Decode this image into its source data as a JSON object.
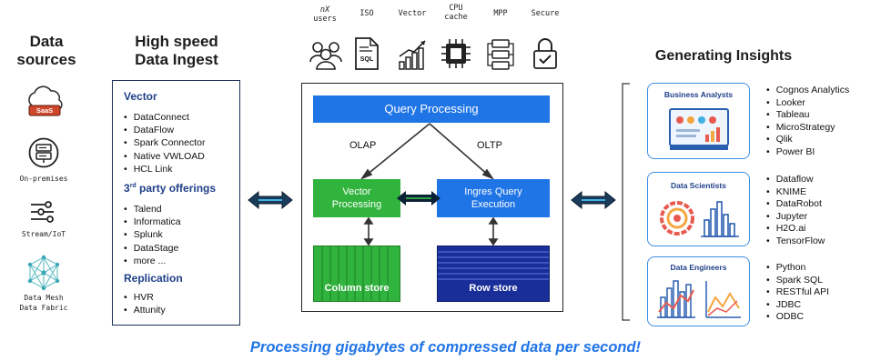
{
  "headings": {
    "data_sources_line1": "Data",
    "data_sources_line2": "sources",
    "ingest_line1": "High speed",
    "ingest_line2": "Data Ingest",
    "insights": "Generating Insights"
  },
  "sources": [
    {
      "label": "",
      "icon": "saas-cloud-icon",
      "badge": "SaaS"
    },
    {
      "label": "On-premises",
      "icon": "server-icon"
    },
    {
      "label": "Stream/IoT",
      "icon": "stream-iot-icon"
    },
    {
      "label_line1": "Data Mesh",
      "label_line2": "Data Fabric",
      "icon": "data-mesh-icon"
    }
  ],
  "ingest": {
    "vector_title": "Vector",
    "vector_items": [
      "DataConnect",
      "DataFlow",
      "Spark Connector",
      "Native VWLOAD",
      "HCL Link"
    ],
    "third_party_prefix": "3",
    "third_party_sup": "rd",
    "third_party_rest": " party offerings",
    "third_party_items": [
      "Talend",
      "Informatica",
      "Splunk",
      "DataStage",
      "more ..."
    ],
    "replication_title": "Replication",
    "replication_items": [
      "HVR",
      "Attunity"
    ]
  },
  "top_icons": [
    {
      "line1": "nX",
      "line2": "users",
      "icon": "users-icon"
    },
    {
      "line1": "",
      "line2": "ISO",
      "icon": "sql-document-icon",
      "badge": "SQL"
    },
    {
      "line1": "",
      "line2": "Vector",
      "icon": "growth-chart-icon"
    },
    {
      "line1": "CPU",
      "line2": "cache",
      "icon": "cpu-chip-icon"
    },
    {
      "line1": "",
      "line2": "MPP",
      "icon": "mpp-cluster-icon"
    },
    {
      "line1": "",
      "line2": "Secure",
      "icon": "lock-icon"
    }
  ],
  "engine": {
    "query_processing": "Query Processing",
    "olap": "OLAP",
    "oltp": "OLTP",
    "vector_line1": "Vector",
    "vector_line2": "Processing",
    "ingres_line1": "Ingres Query",
    "ingres_line2": "Execution",
    "column_store": "Column store",
    "row_store": "Row store"
  },
  "insights": [
    {
      "title": "Business Analysts",
      "icon": "dashboard-icon",
      "tools": [
        "Cognos Analytics",
        "Looker",
        "Tableau",
        "MicroStrategy",
        "Qlik",
        "Power BI"
      ]
    },
    {
      "title": "Data Scientists",
      "icon": "data-science-icon",
      "tools": [
        "Dataflow",
        "KNIME",
        "DataRobot",
        "Jupyter",
        "H2O.ai",
        "TensorFlow"
      ]
    },
    {
      "title": "Data Engineers",
      "icon": "engineering-charts-icon",
      "tools": [
        "Python",
        "Spark SQL",
        "RESTful API",
        "JDBC",
        "ODBC"
      ]
    }
  ],
  "footer": "Processing gigabytes of compressed data per second!",
  "colors": {
    "blue": "#1f74e6",
    "green": "#31b43d",
    "navy": "#1b2f55",
    "store_blue": "#1a2e9a",
    "saas_red": "#d0462a"
  }
}
